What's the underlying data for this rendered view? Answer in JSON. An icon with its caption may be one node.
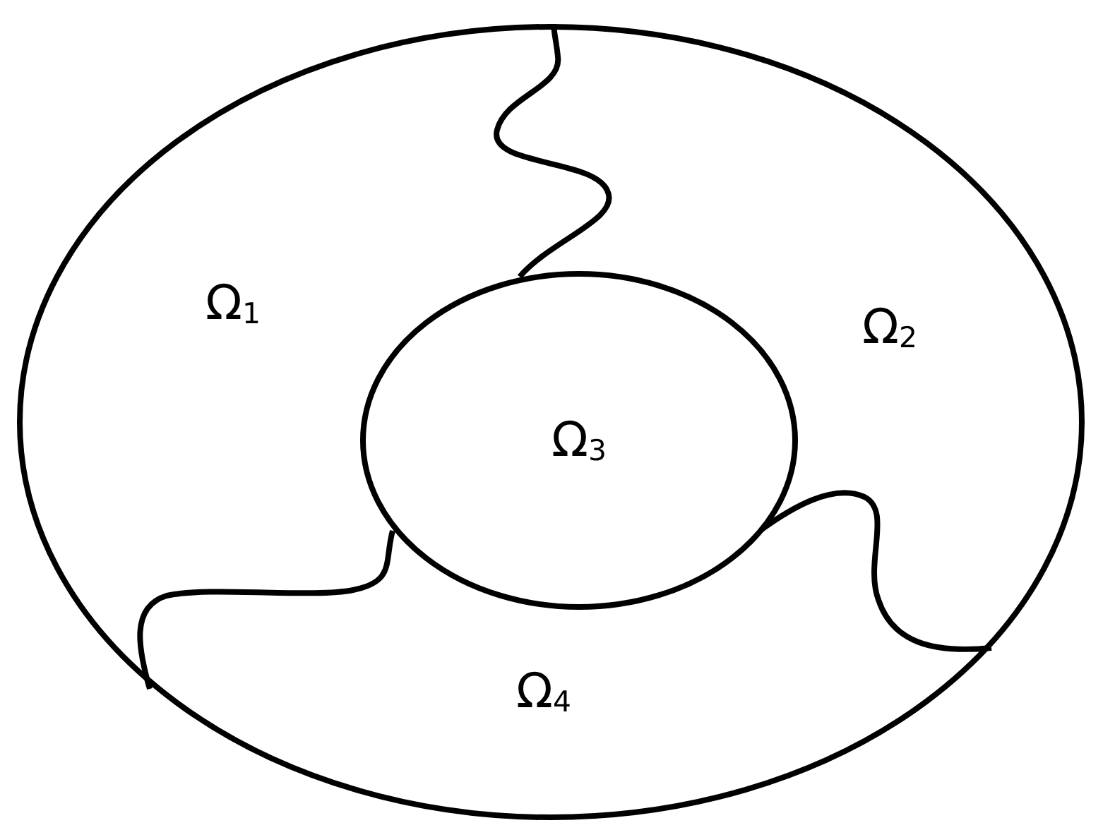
{
  "diagram": {
    "nodes": [
      {
        "text": [],
        "shape": "circle"
      },
      {
        "text": [
          "Ω$_{3}$"
        ],
        "in": 0
      }
    ],
    "labels": [
      "Ω$_{1}$",
      "Ω$_{2}$",
      "Ω$_{4}$"
    ]
  }
}
